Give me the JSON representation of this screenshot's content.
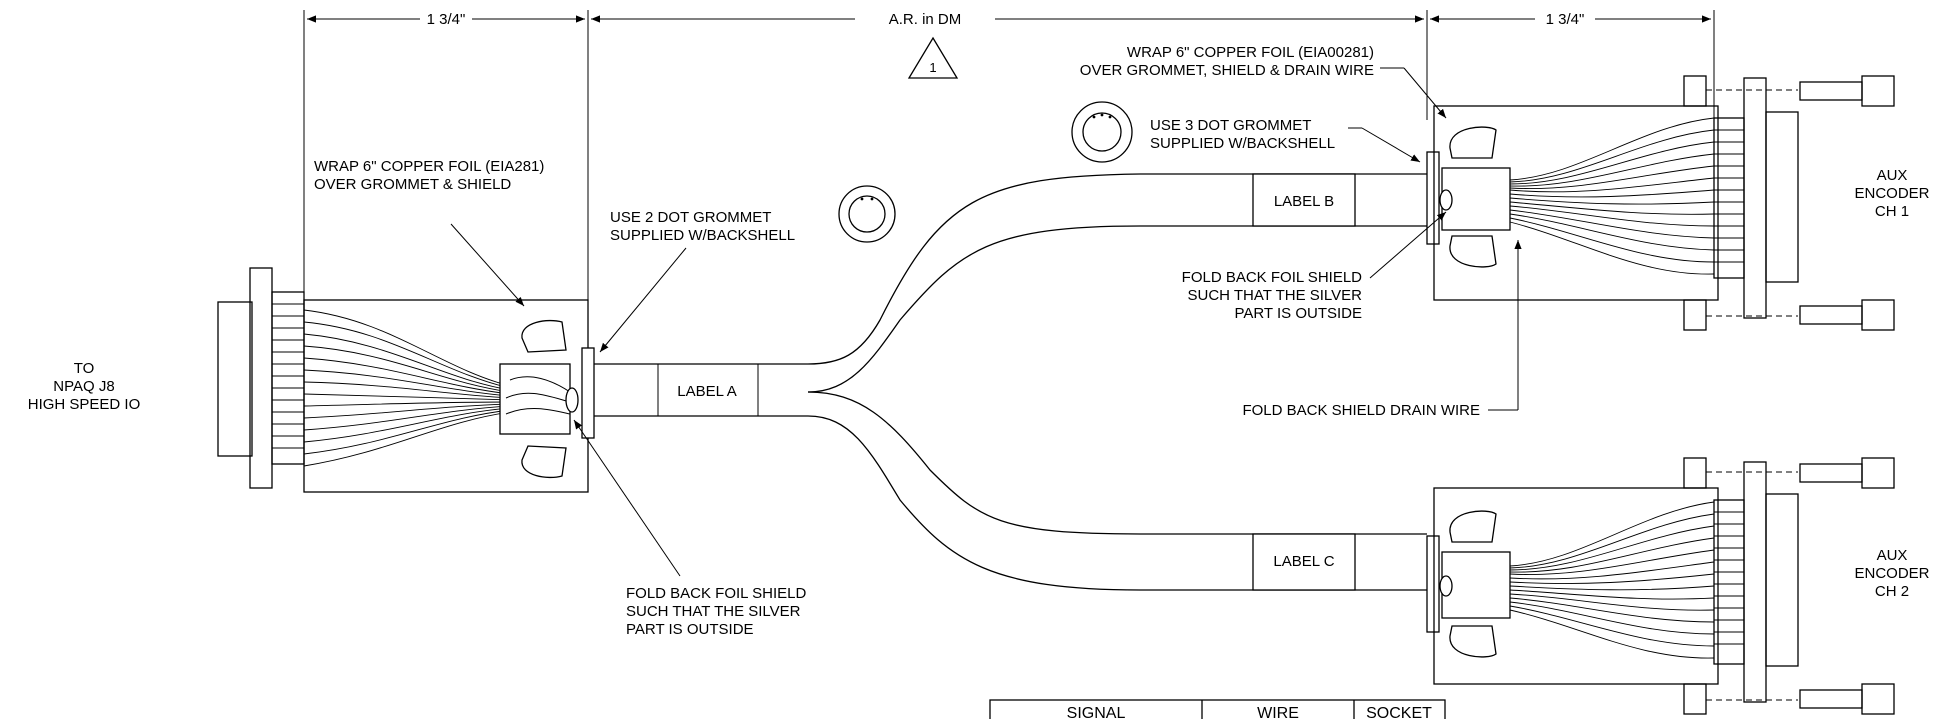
{
  "dimensions": {
    "left": "1 3/4\"",
    "middle": "A.R. in DM",
    "right": "1 3/4\"",
    "note_triangle": "1"
  },
  "connectors": {
    "left": [
      "TO",
      "NPAQ J8",
      "HIGH SPEED IO"
    ],
    "aux1": [
      "AUX",
      "ENCODER",
      "CH 1"
    ],
    "aux2": [
      "AUX",
      "ENCODER",
      "CH 2"
    ]
  },
  "labels": {
    "a": "LABEL A",
    "b": "LABEL B",
    "c": "LABEL C"
  },
  "notes": {
    "wrap_left": [
      "WRAP 6\" COPPER FOIL (EIA281)",
      "OVER GROMMET & SHIELD"
    ],
    "grommet_left": [
      "USE 2 DOT GROMMET",
      "SUPPLIED W/BACKSHELL"
    ],
    "fold_left": [
      "FOLD BACK FOIL SHIELD",
      "SUCH THAT THE SILVER",
      "PART IS OUTSIDE"
    ],
    "wrap_right": [
      "WRAP 6\" COPPER FOIL (EIA00281)",
      "OVER GROMMET, SHIELD & DRAIN WIRE"
    ],
    "grommet_right": [
      "USE 3 DOT GROMMET",
      "SUPPLIED W/BACKSHELL"
    ],
    "fold_right": [
      "FOLD BACK FOIL SHIELD",
      "SUCH THAT THE SILVER",
      "PART IS OUTSIDE"
    ],
    "drain": "FOLD BACK SHIELD DRAIN WIRE"
  },
  "table": {
    "headers": [
      "SIGNAL",
      "WIRE",
      "SOCKET"
    ]
  }
}
